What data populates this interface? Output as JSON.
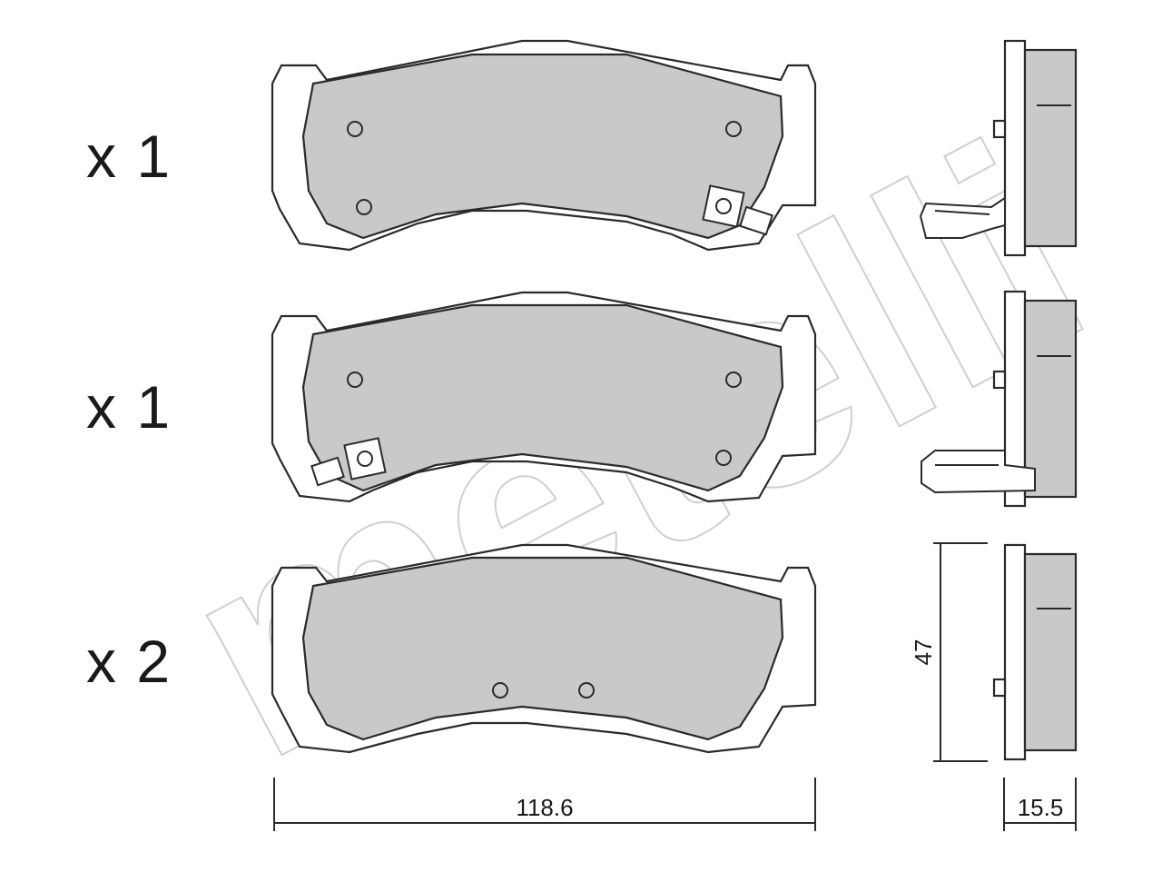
{
  "labels": {
    "qty_pad_1": "x 1",
    "qty_pad_2": "x 1",
    "qty_pad_3": "x 2"
  },
  "dimensions": {
    "width": "118.6",
    "height": "47",
    "thickness": "15.5"
  },
  "watermark": {
    "brand": "metelli"
  },
  "colors": {
    "friction": "#c9c9c9",
    "outline": "#2a2a2a",
    "watermark": "#d0d0d0"
  }
}
